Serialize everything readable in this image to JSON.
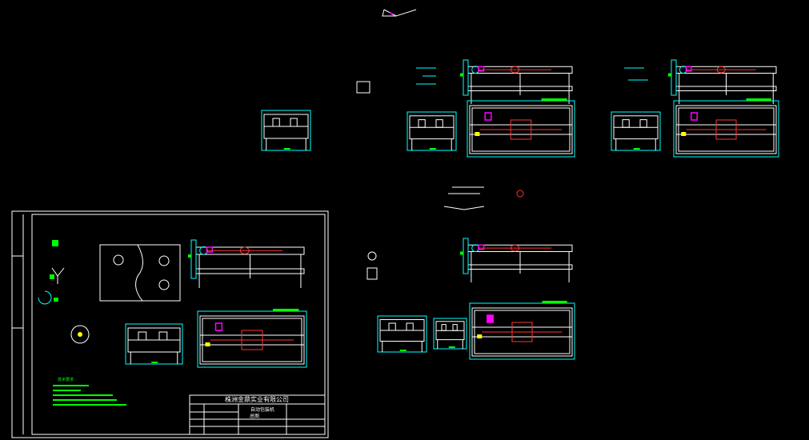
{
  "drawing": {
    "background": "#000000",
    "colors": {
      "outline": "#ffffff",
      "dimension": "#00ffff",
      "center": "#ff3333",
      "part": "#ff00ff",
      "annotation": "#00ff00",
      "highlight": "#ffff00"
    },
    "tech_notes_title": "技术要求",
    "title_block": {
      "company": "株洲金鼎实业有限公司",
      "drawing_name": "自动包装机",
      "sub_name": "总图"
    }
  }
}
